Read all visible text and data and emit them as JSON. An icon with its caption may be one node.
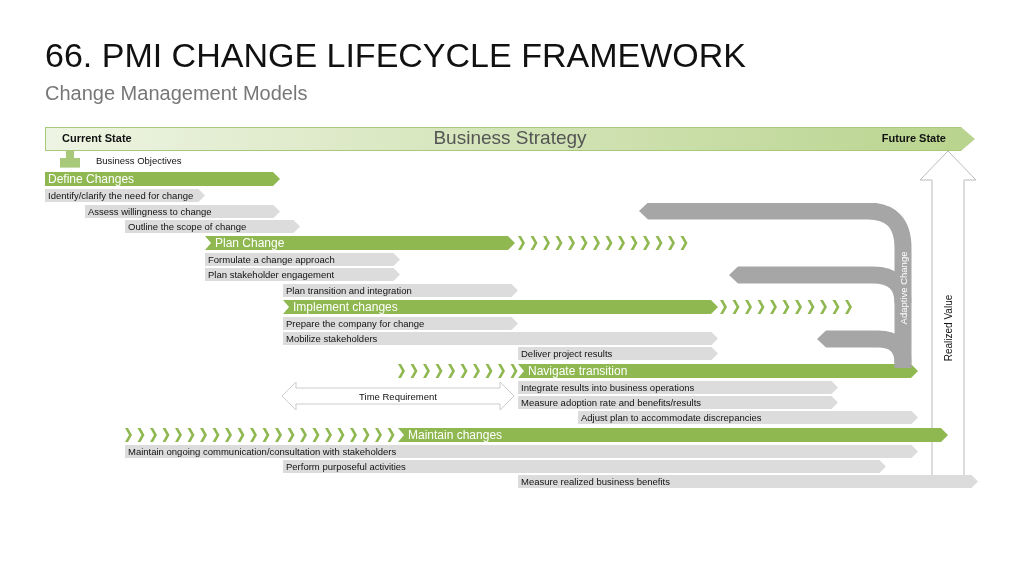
{
  "diagram": {
    "title": "66. PMI CHANGE LIFECYCLE FRAMEWORK",
    "nodes": [
      {
        "text": [
          "Current State",
          "Business Strategy",
          "Future State"
        ]
      },
      {
        "text": [
          "Define Changes"
        ]
      },
      {
        "text": [
          "Identify/clarify the need for change"
        ]
      },
      {
        "text": [
          "Assess willingness to change"
        ]
      },
      {
        "text": [
          "Outline the scope of change"
        ]
      },
      {
        "text": [
          "Plan Change"
        ]
      },
      {
        "text": [
          "Formulate a change approach"
        ]
      },
      {
        "text": [
          "Plan stakeholder engagement"
        ]
      },
      {
        "text": [
          "Plan transition and integration"
        ]
      },
      {
        "text": [
          "Implement changes"
        ]
      },
      {
        "text": [
          "Prepare the company for change"
        ]
      },
      {
        "text": [
          "Mobilize stakeholders"
        ]
      },
      {
        "text": [
          "Deliver project results"
        ]
      },
      {
        "text": [
          "Navigate transition"
        ]
      },
      {
        "text": [
          "Integrate results into business operations"
        ]
      },
      {
        "text": [
          "Measure adoption rate and benefits/results"
        ]
      },
      {
        "text": [
          "Adjust plan to accommodate discrepancies"
        ]
      },
      {
        "text": [
          "Maintain changes"
        ]
      },
      {
        "text": [
          "Maintain ongoing communication/consultation with stakeholders"
        ]
      },
      {
        "text": [
          "Perform purposeful activities"
        ]
      },
      {
        "text": [
          "Measure realized business benefits"
        ]
      },
      {
        "text": [
          "Time Requirement"
        ]
      },
      {
        "text": [
          "Adaptive Change"
        ]
      },
      {
        "text": [
          "Realized Value"
        ]
      }
    ],
    "edges": [
      {
        "from": 0,
        "to": 1,
        "arrow": "to",
        "label": "Business Objectives"
      }
    ],
    "labels": [
      "Change Management Models"
    ]
  }
}
